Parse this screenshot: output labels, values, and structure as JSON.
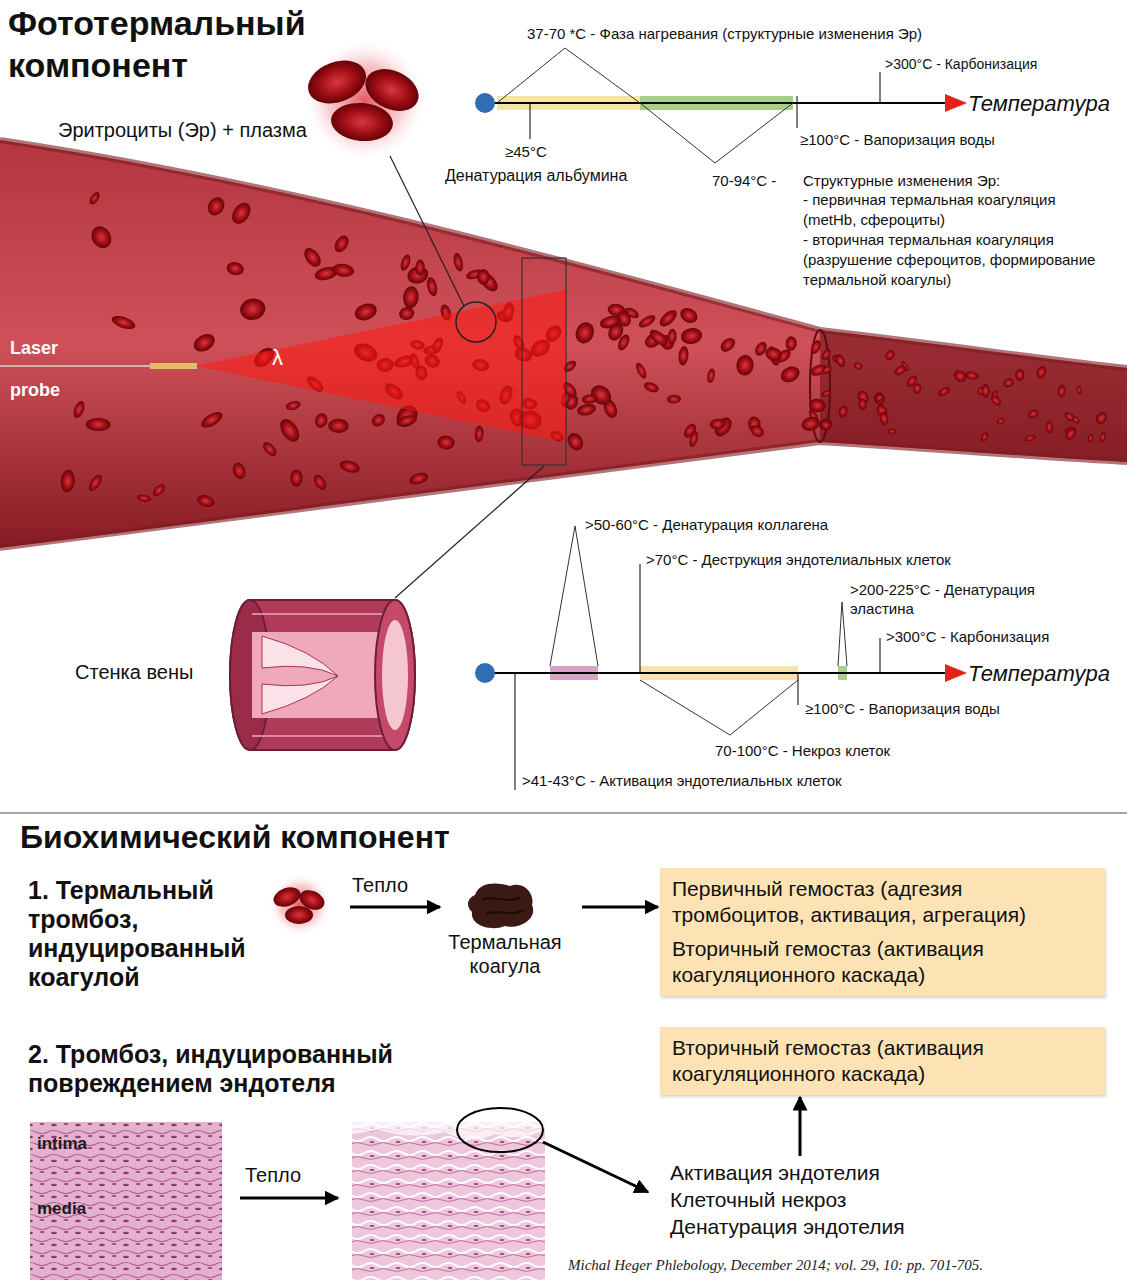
{
  "diagram": {
    "caption": "Michal Heger Phlebology, December 2014; vol. 29, 10: pp. 701-705.",
    "nodes": [
      {
        "text": [
          "Термальная коагула"
        ]
      },
      {
        "text": [
          "Первичный гемостаз (адгезия тромбоцитов, активация, агрегация)",
          "Вторичный гемостаз (активация коагуляционного каскада)"
        ]
      },
      {
        "text": [
          "Вторичный гемостаз (активация коагуляционного каскада)"
        ]
      },
      {
        "text": [
          "Активация эндотелия",
          "Клеточный некроз",
          "Денатурация эндотелия"
        ]
      }
    ],
    "edges": [
      {
        "from": 0,
        "to": 1,
        "arrow": "to"
      },
      {
        "from": 3,
        "to": 2,
        "arrow": "to"
      }
    ],
    "labels": [
      "Фототермальный компонент",
      "Эритроциты (Эр) + плазма",
      "37-70 *C - Фаза нагревания (структурные изменения Эр)",
      ">300°C - Карбонизация",
      "Температура",
      "≥45°C",
      "Денатурация альбумина",
      "≥100°C - Вапоризация воды",
      "70-94°C -",
      "Структурные изменения Эр:",
      "- первичная термальная коагуляция (metHb, сфероциты)",
      "- вторичная термальная коагуляция (разрушение сфероцитов, формирование термальной коагулы)",
      "Laser",
      "probe",
      "λ",
      "Стенка вены",
      ">50-60°C - Денатурация коллагена",
      ">70°C - Деструкция эндотелиальных клеток",
      ">200-225°C - Денатурация эластина",
      ">300°C - Карбонизация",
      "Температура",
      "≥100°C - Вапоризация воды",
      "70-100°C - Некроз клеток",
      ">41-43°C - Активация эндотелиальных клеток",
      "Биохимический компонент",
      "1. Термальный тромбоз, индуцированный коагулой",
      "Тепло",
      "2. Тромбоз, индуцированный повреждением эндотеля",
      "intima",
      "media",
      "Тепло"
    ]
  }
}
